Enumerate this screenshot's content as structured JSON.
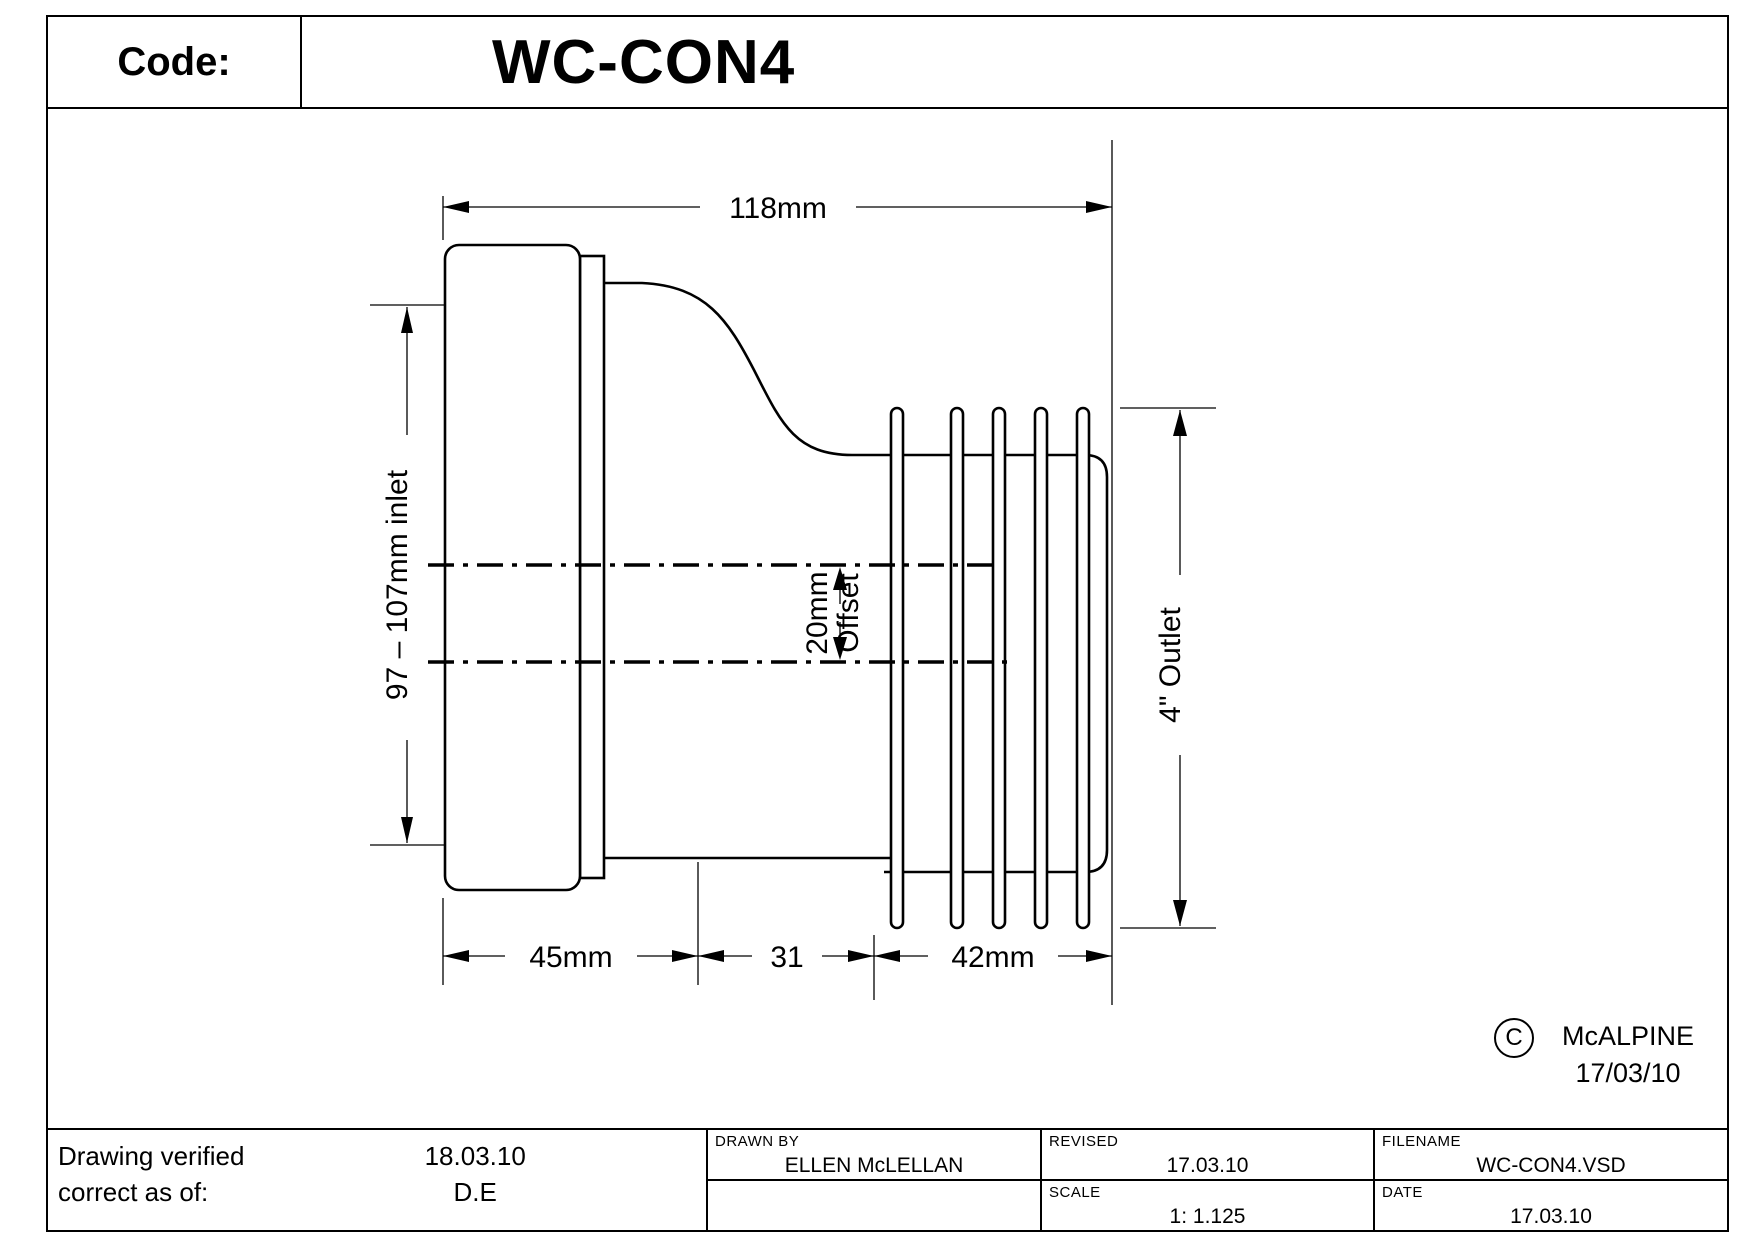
{
  "header": {
    "code_label": "Code:",
    "product_code": "WC-CON4"
  },
  "drawing": {
    "dim_overall": "118mm",
    "dim_inlet": "97 – 107mm inlet",
    "dim_offset_line1": "20mm",
    "dim_offset_line2": "Offset",
    "dim_outlet": "4\" Outlet",
    "dim_cup": "45mm",
    "dim_neck": "31",
    "dim_fins": "42mm"
  },
  "copyright": {
    "symbol": "C",
    "name": "McALPINE",
    "date": "17/03/10"
  },
  "footer": {
    "verify_label_line1": "Drawing verified",
    "verify_label_line2": "correct as of:",
    "verify_date": "18.03.10",
    "verify_initials": "D.E",
    "drawn_by_label": "DRAWN BY",
    "drawn_by": "ELLEN McLELLAN",
    "revised_label": "REVISED",
    "revised": "17.03.10",
    "scale_label": "SCALE",
    "scale": "1: 1.125",
    "filename_label": "FILENAME",
    "filename": "WC-CON4.VSD",
    "date_label": "DATE",
    "date": "17.03.10"
  }
}
